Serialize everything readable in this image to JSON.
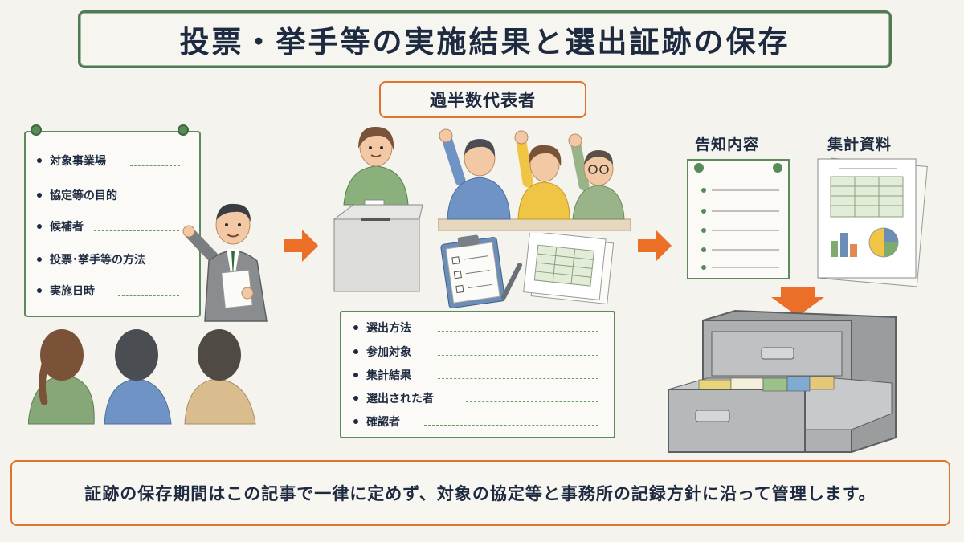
{
  "title": "投票・挙手等の実施結果と選出証跡の保存",
  "majority_label": "過半数代表者",
  "notice": {
    "items": [
      "対象事業場",
      "協定等の目的",
      "候補者",
      "投票･挙手等の方法",
      "実施日時"
    ]
  },
  "results": {
    "items": [
      "選出方法",
      "参加対象",
      "集計結果",
      "選出された者",
      "確認者"
    ]
  },
  "announcement_label": "告知内容",
  "tally_label": "集計資料",
  "footer": "証跡の保存期間はこの記事で一律に定めず、対象の協定等と事務所の記録方針に沿って管理します。",
  "colors": {
    "green_border": "#4f7a55",
    "orange_accent": "#e0742e",
    "navy_text": "#1e2a40",
    "background": "#f4f3ee"
  }
}
